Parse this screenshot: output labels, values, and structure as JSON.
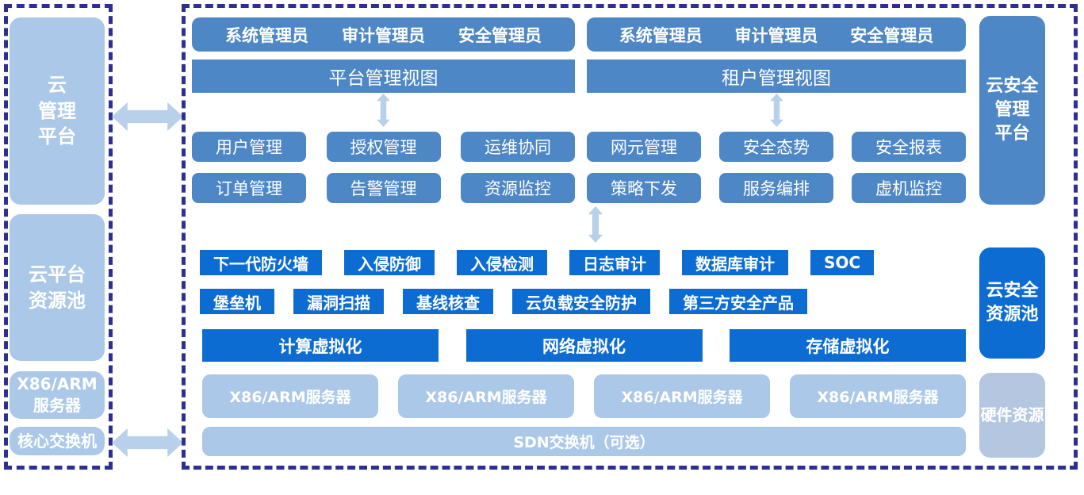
{
  "colors": {
    "medium_blue": "#4e87c6",
    "bright_blue": "#0d6cd1",
    "light_blue": "#abc8e8",
    "muted_blue": "#b5c7e0",
    "arrow_blue": "#b9d0ea",
    "dashed_border_navy": "#2d3092",
    "text_white": "#ffffff"
  },
  "left_panel": {
    "cloud_mgmt_platform": "云\n管理\n平台",
    "cloud_resource_pool": "云平台\n资源池",
    "server": "X86/ARM\n服务器",
    "core_switch": "核心交换机"
  },
  "platform_section": {
    "admins": [
      "系统管理员",
      "审计管理员",
      "安全管理员"
    ],
    "view": "平台管理视图",
    "modules_row1": [
      "用户管理",
      "授权管理",
      "运维协同"
    ],
    "modules_row2": [
      "订单管理",
      "告警管理",
      "资源监控"
    ]
  },
  "tenant_section": {
    "admins": [
      "系统管理员",
      "审计管理员",
      "安全管理员"
    ],
    "view": "租户管理视图",
    "modules_row1": [
      "网元管理",
      "安全态势",
      "安全报表"
    ],
    "modules_row2": [
      "策略下发",
      "服务编排",
      "虚机监控"
    ]
  },
  "security_pool_section": {
    "products_row1": [
      "下一代防火墙",
      "入侵防御",
      "入侵检测",
      "日志审计",
      "数据库审计",
      "SOC"
    ],
    "products_row2": [
      "堡垒机",
      "漏洞扫描",
      "基线核查",
      "云负载安全防护",
      "第三方安全产品"
    ],
    "virtualization": [
      "计算虚拟化",
      "网络虚拟化",
      "存储虚拟化"
    ]
  },
  "hardware_section": {
    "servers": [
      "X86/ARM服务器",
      "X86/ARM服务器",
      "X86/ARM服务器",
      "X86/ARM服务器"
    ],
    "sdn_switch": "SDN交换机（可选）"
  },
  "right_panel": {
    "cloud_security_mgmt_platform": "云安全\n管理\n平台",
    "cloud_security_resource_pool": "云安全\n资源池",
    "hardware_resources": "硬件资源"
  }
}
